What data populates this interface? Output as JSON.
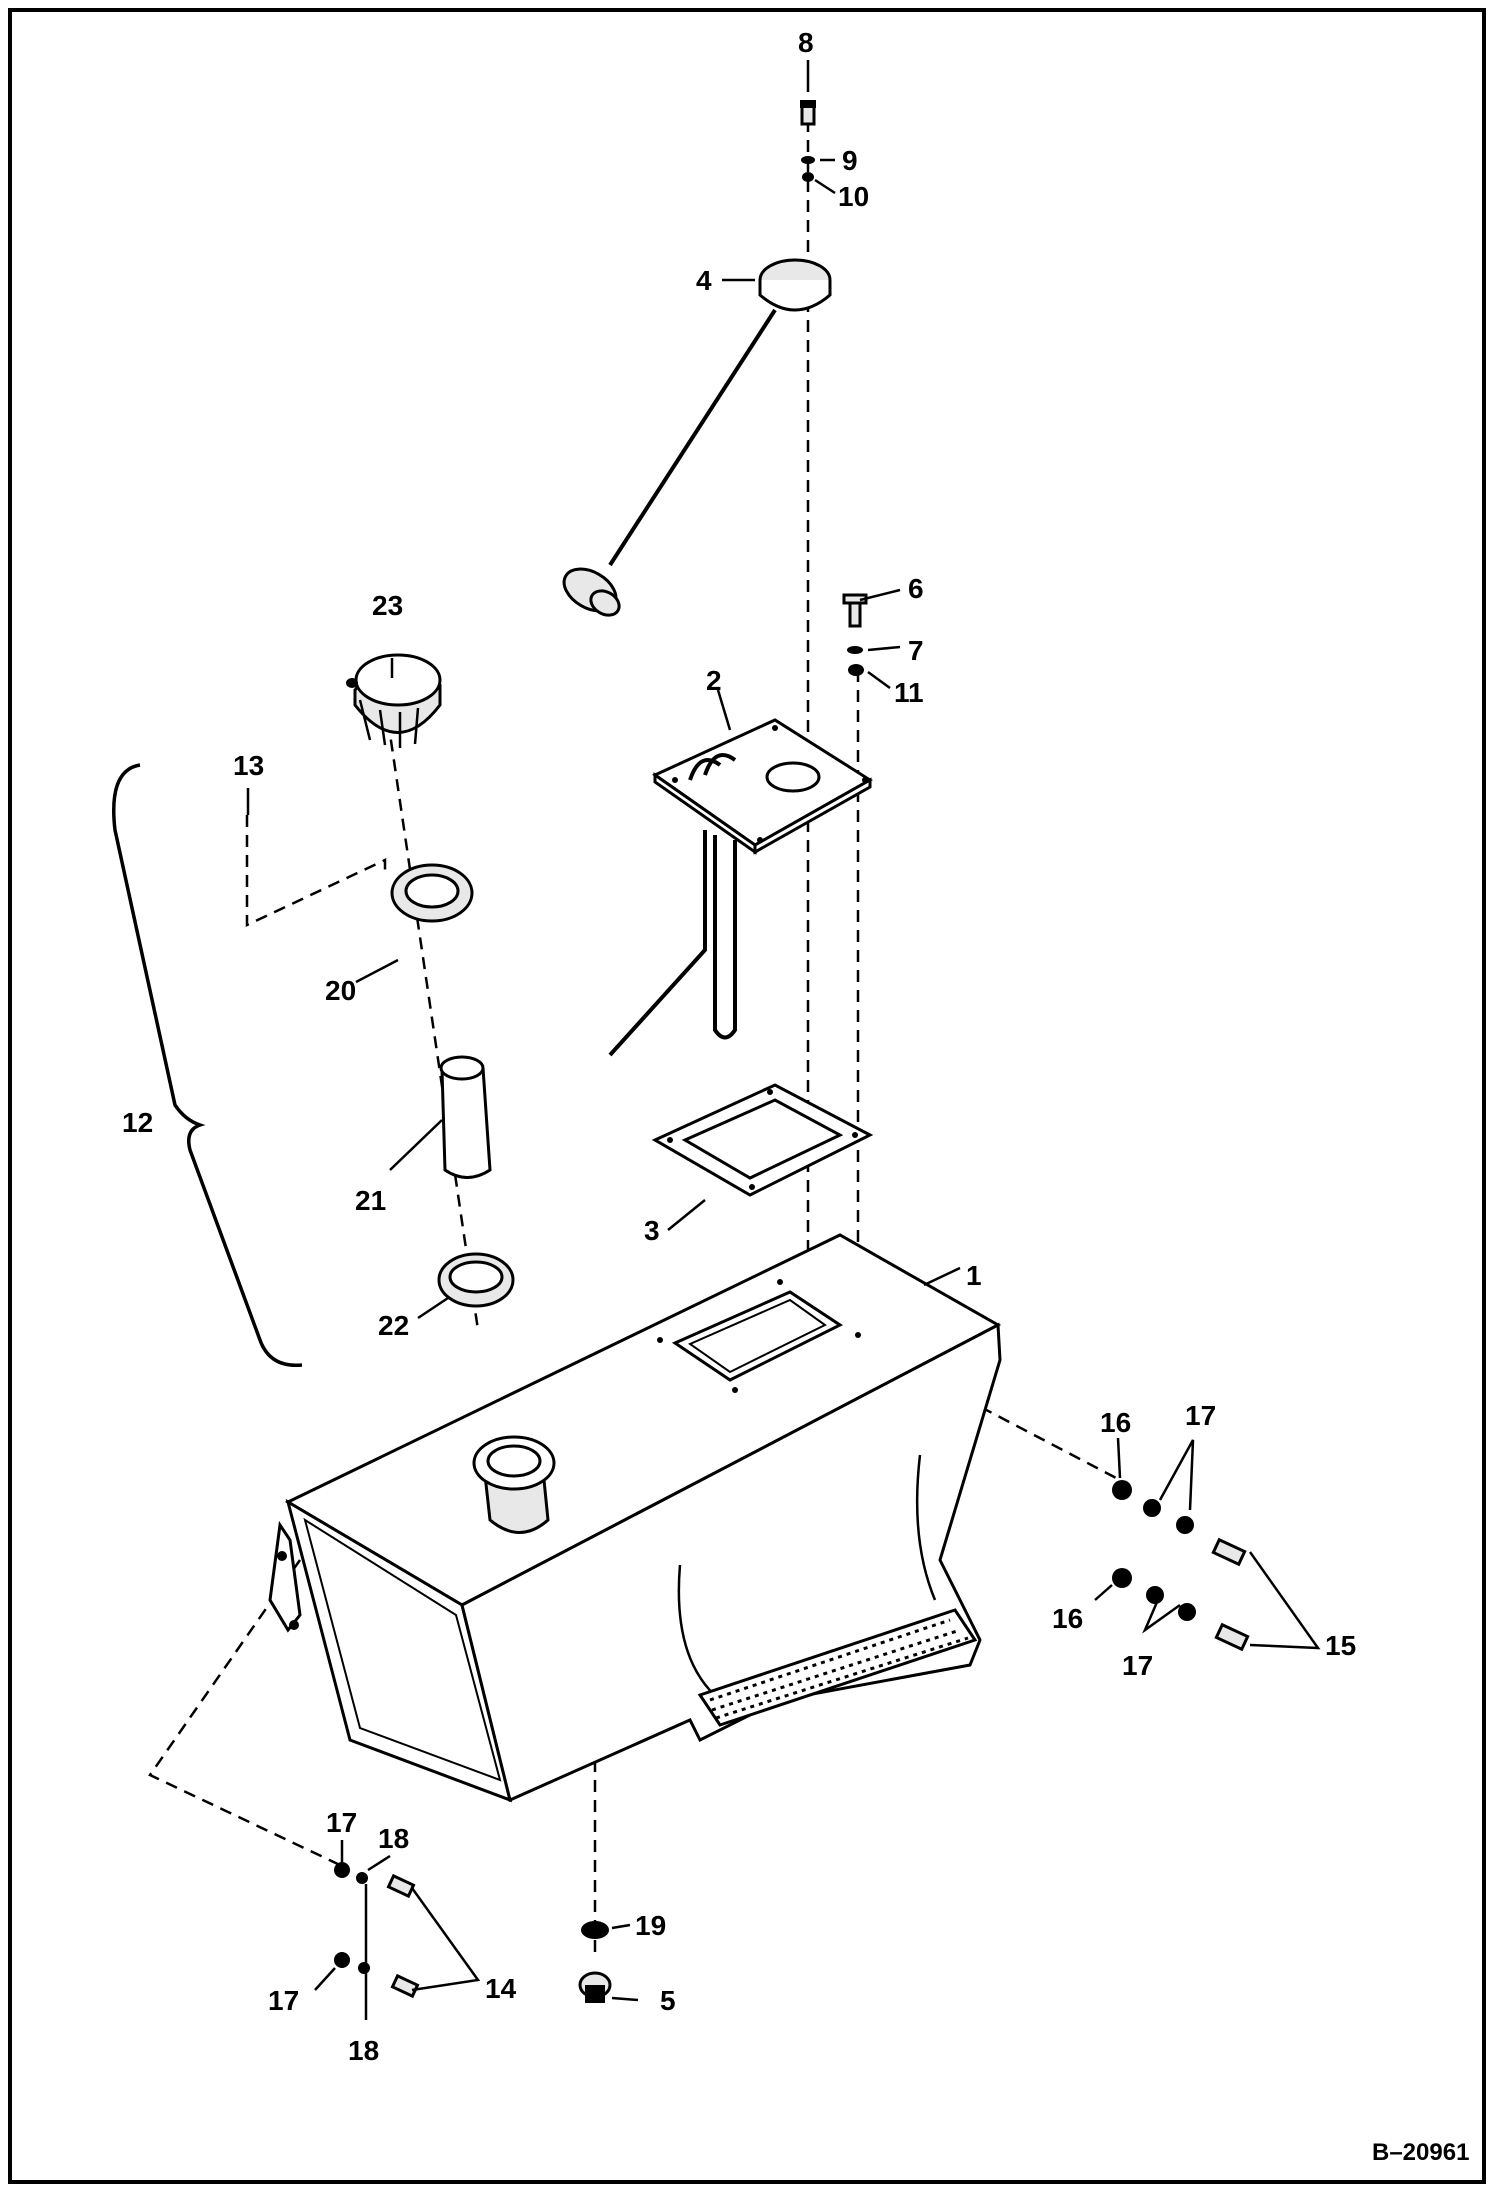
{
  "figure_id": "B–20961",
  "callouts": {
    "c1": "1",
    "c2": "2",
    "c3": "3",
    "c4": "4",
    "c5": "5",
    "c6": "6",
    "c7": "7",
    "c8": "8",
    "c9": "9",
    "c10": "10",
    "c11": "11",
    "c12": "12",
    "c13": "13",
    "c14": "14",
    "c15": "15",
    "c16": "16",
    "c17": "17",
    "c18": "18",
    "c19": "19",
    "c20": "20",
    "c21": "21",
    "c22": "22",
    "c23": "23"
  }
}
